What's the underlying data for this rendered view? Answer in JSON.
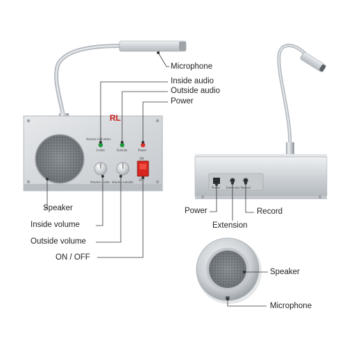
{
  "front_unit": {
    "brand": "RL",
    "volume_indication": "Volume Indication",
    "inside_label": "Inside",
    "outside_label": "Outside",
    "power_label": "Power",
    "on_label": "ON",
    "off_label": "OFF",
    "volume_inside_label": "Volume inside",
    "volume_outside_label": "Volume outside"
  },
  "back_unit": {
    "power_port_label": "Power",
    "extension_port_label": "Extension",
    "record_port_label": "Record"
  },
  "callouts": {
    "microphone": "Microphone",
    "inside_audio": "Inside audio",
    "outside_audio": "Outside audio",
    "power": "Power",
    "speaker": "Speaker",
    "inside_volume": "Inside volume",
    "outside_volume": "Outside volume",
    "on_off": "ON / OFF",
    "back_power": "Power",
    "back_record": "Record",
    "back_extension": "Extension",
    "speaker_detail": "Speaker",
    "microphone_detail": "Microphone"
  },
  "colors": {
    "indicator_green": "#1f9a3c",
    "indicator_red": "#d9302a",
    "switch_red": "#d7261e",
    "brand_red": "#cc1f1f"
  }
}
